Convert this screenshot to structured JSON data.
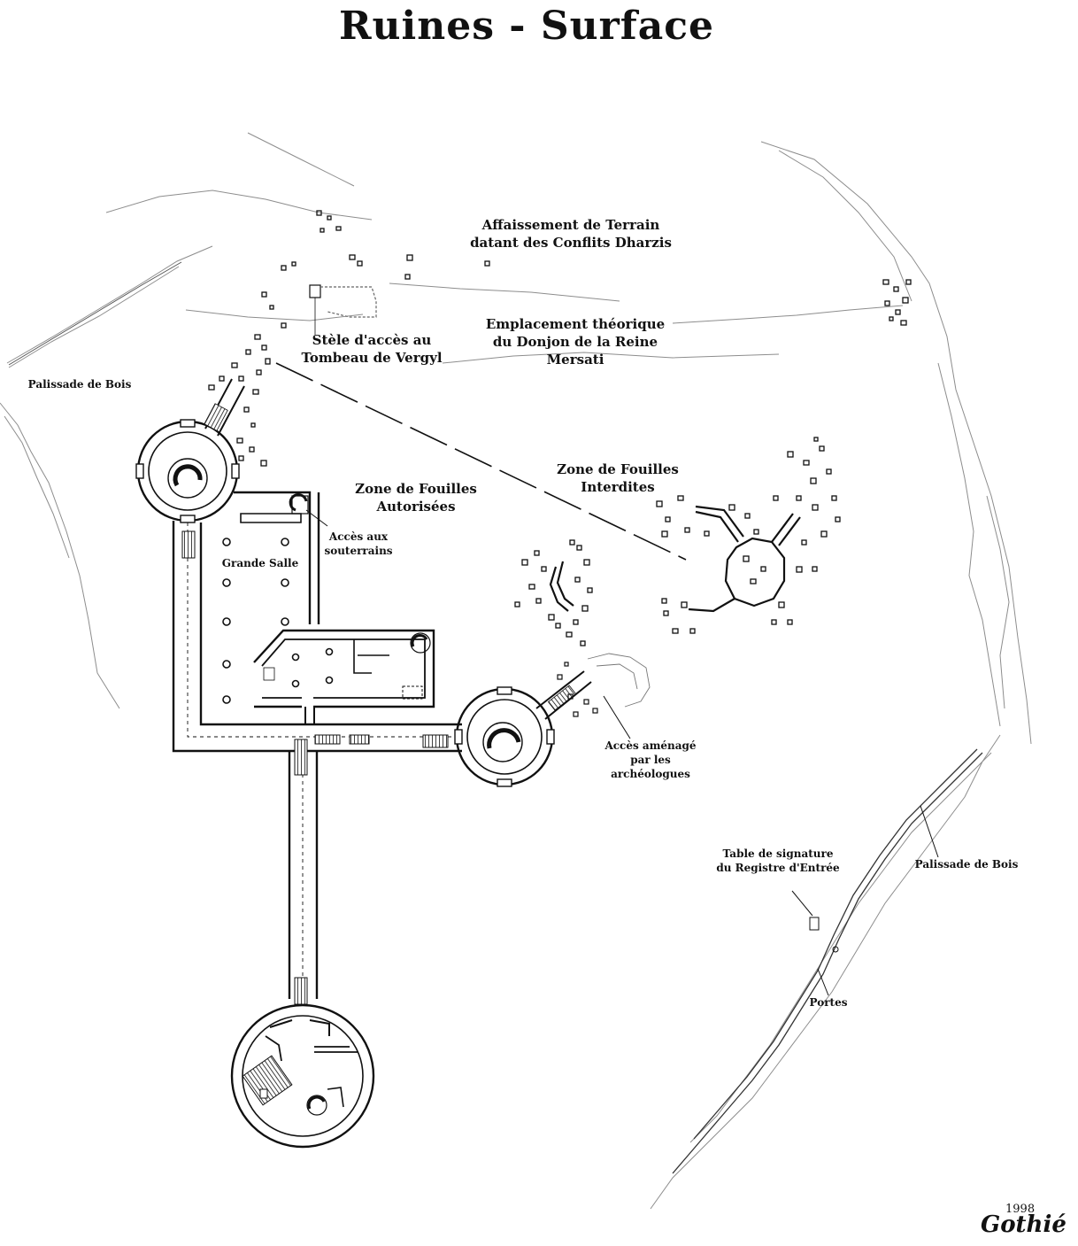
{
  "title": "Ruines - Surface",
  "labels": {
    "affaissement_l1": "Affaissement de Terrain",
    "affaissement_l2": "datant des Conflits Dharzis",
    "emplacement_l1": "Emplacement théorique",
    "emplacement_l2": "du Donjon de la Reine",
    "emplacement_l3": "Mersati",
    "stele_l1": "Stèle d'accès au",
    "stele_l2": "Tombeau de Vergyl",
    "palissade_left": "Palissade de Bois",
    "palissade_right": "Palissade de Bois",
    "zone_autorisees_l1": "Zone de Fouilles",
    "zone_autorisees_l2": "Autorisées",
    "zone_interdites_l1": "Zone de Fouilles",
    "zone_interdites_l2": "Interdites",
    "acces_souterrains_l1": "Accès aux",
    "acces_souterrains_l2": "souterrains",
    "grande_salle": "Grande Salle",
    "acces_amenage_l1": "Accès aménagé",
    "acces_amenage_l2": "par les",
    "acces_amenage_l3": "archéologues",
    "table_l1": "Table de signature",
    "table_l2": "du Registre d'Entrée",
    "portes": "Portes"
  },
  "signature": {
    "year": "1998",
    "name": "Gothié"
  },
  "colors": {
    "ink": "#111111",
    "paper": "#ffffff",
    "sketch": "#9a9a9a"
  }
}
